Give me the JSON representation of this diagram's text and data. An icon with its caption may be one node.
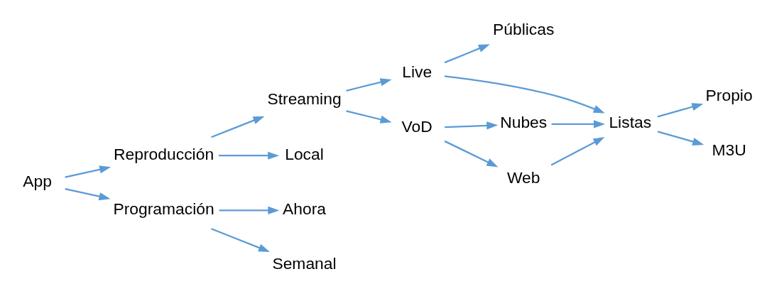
{
  "diagram": {
    "nodes": [
      {
        "text": [
          "App"
        ]
      },
      {
        "text": [
          "Reproducción"
        ]
      },
      {
        "text": [
          "Programación"
        ]
      },
      {
        "text": [
          "Streaming"
        ]
      },
      {
        "text": [
          "Local"
        ]
      },
      {
        "text": [
          "Ahora"
        ]
      },
      {
        "text": [
          "Semanal"
        ]
      },
      {
        "text": [
          "Live"
        ]
      },
      {
        "text": [
          "VoD"
        ]
      },
      {
        "text": [
          "Públicas"
        ]
      },
      {
        "text": [
          "Listas"
        ]
      },
      {
        "text": [
          "Nubes"
        ]
      },
      {
        "text": [
          "Web"
        ]
      },
      {
        "text": [
          "Propio"
        ]
      },
      {
        "text": [
          "M3U"
        ]
      }
    ],
    "edges": [
      {
        "from": 0,
        "to": 1,
        "arrow": "to"
      },
      {
        "from": 0,
        "to": 2,
        "arrow": "to"
      },
      {
        "from": 1,
        "to": 3,
        "arrow": "to"
      },
      {
        "from": 1,
        "to": 4,
        "arrow": "to"
      },
      {
        "from": 2,
        "to": 5,
        "arrow": "to"
      },
      {
        "from": 2,
        "to": 6,
        "arrow": "to"
      },
      {
        "from": 3,
        "to": 7,
        "arrow": "to"
      },
      {
        "from": 3,
        "to": 8,
        "arrow": "to"
      },
      {
        "from": 7,
        "to": 9,
        "arrow": "to"
      },
      {
        "from": 7,
        "to": 10,
        "arrow": "to"
      },
      {
        "from": 8,
        "to": 11,
        "arrow": "to"
      },
      {
        "from": 8,
        "to": 12,
        "arrow": "to"
      },
      {
        "from": 11,
        "to": 10,
        "arrow": "to"
      },
      {
        "from": 12,
        "to": 10,
        "arrow": "to"
      },
      {
        "from": 10,
        "to": 13,
        "arrow": "to"
      },
      {
        "from": 10,
        "to": 14,
        "arrow": "to"
      }
    ]
  }
}
